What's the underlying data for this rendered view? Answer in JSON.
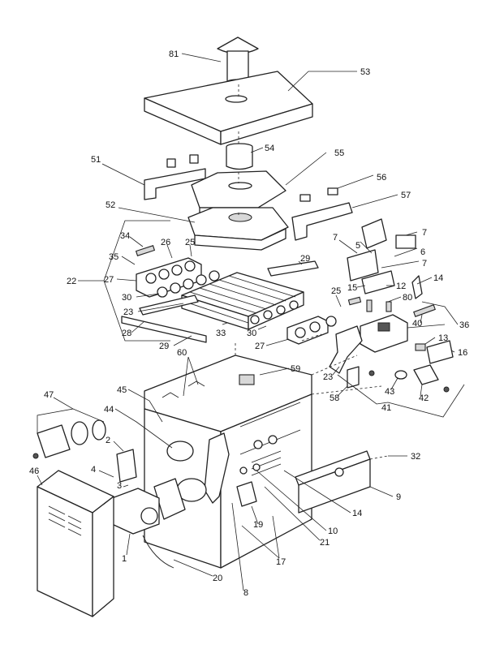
{
  "colors": {
    "line": "#222222",
    "background": "#ffffff",
    "shade": "#d8d8d8"
  },
  "labels": [
    {
      "id": "l81",
      "text": "81"
    },
    {
      "id": "l53",
      "text": "53"
    },
    {
      "id": "l54",
      "text": "54"
    },
    {
      "id": "l55",
      "text": "55"
    },
    {
      "id": "l51",
      "text": "51"
    },
    {
      "id": "l56",
      "text": "56"
    },
    {
      "id": "l57",
      "text": "57"
    },
    {
      "id": "l52",
      "text": "52"
    },
    {
      "id": "l34",
      "text": "34"
    },
    {
      "id": "l26",
      "text": "26"
    },
    {
      "id": "l25a",
      "text": "25"
    },
    {
      "id": "l29a",
      "text": "29"
    },
    {
      "id": "l7a",
      "text": "7"
    },
    {
      "id": "l7b",
      "text": "7"
    },
    {
      "id": "l5",
      "text": "5"
    },
    {
      "id": "l6",
      "text": "6"
    },
    {
      "id": "l7c",
      "text": "7"
    },
    {
      "id": "l35",
      "text": "35"
    },
    {
      "id": "l22",
      "text": "22"
    },
    {
      "id": "l27a",
      "text": "27"
    },
    {
      "id": "l14a",
      "text": "14"
    },
    {
      "id": "l15",
      "text": "15"
    },
    {
      "id": "l12",
      "text": "12"
    },
    {
      "id": "l30a",
      "text": "30"
    },
    {
      "id": "l25b",
      "text": "25"
    },
    {
      "id": "l80",
      "text": "80"
    },
    {
      "id": "l23a",
      "text": "23"
    },
    {
      "id": "l40",
      "text": "40"
    },
    {
      "id": "l36",
      "text": "36"
    },
    {
      "id": "l28",
      "text": "28"
    },
    {
      "id": "l33",
      "text": "33"
    },
    {
      "id": "l30b",
      "text": "30"
    },
    {
      "id": "l29b",
      "text": "29"
    },
    {
      "id": "l27b",
      "text": "27"
    },
    {
      "id": "l13",
      "text": "13"
    },
    {
      "id": "l16",
      "text": "16"
    },
    {
      "id": "l60",
      "text": "60"
    },
    {
      "id": "l59",
      "text": "59"
    },
    {
      "id": "l23b",
      "text": "23"
    },
    {
      "id": "l43",
      "text": "43"
    },
    {
      "id": "l58",
      "text": "58"
    },
    {
      "id": "l42",
      "text": "42"
    },
    {
      "id": "l41",
      "text": "41"
    },
    {
      "id": "l47",
      "text": "47"
    },
    {
      "id": "l45",
      "text": "45"
    },
    {
      "id": "l44",
      "text": "44"
    },
    {
      "id": "l2",
      "text": "2"
    },
    {
      "id": "l32",
      "text": "32"
    },
    {
      "id": "l4",
      "text": "4"
    },
    {
      "id": "l3",
      "text": "3"
    },
    {
      "id": "l46",
      "text": "46"
    },
    {
      "id": "l9",
      "text": "9"
    },
    {
      "id": "l14b",
      "text": "14"
    },
    {
      "id": "l10",
      "text": "10"
    },
    {
      "id": "l19",
      "text": "19"
    },
    {
      "id": "l21",
      "text": "21"
    },
    {
      "id": "l1",
      "text": "1"
    },
    {
      "id": "l17",
      "text": "17"
    },
    {
      "id": "l20",
      "text": "20"
    },
    {
      "id": "l8",
      "text": "8"
    }
  ]
}
